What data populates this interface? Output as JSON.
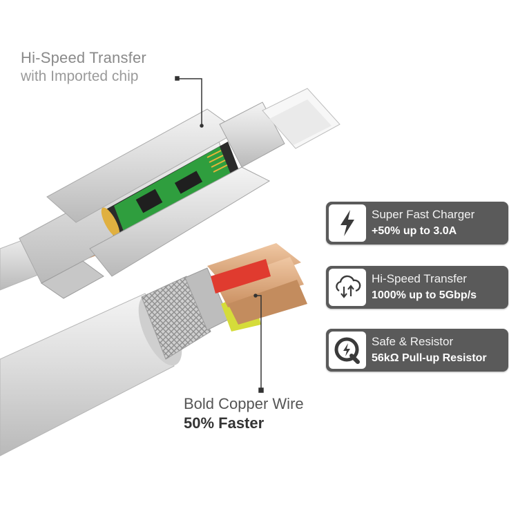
{
  "callouts": {
    "chip": {
      "line1": "Hi-Speed Transfer",
      "line2": "with Imported chip"
    },
    "copper": {
      "line1": "Bold Copper Wire",
      "line2": "50% Faster"
    }
  },
  "features": [
    {
      "icon": "lightning-icon",
      "title": "Super Fast Charger",
      "detail": "+50%  up to 3.0A"
    },
    {
      "icon": "cloud-transfer-icon",
      "title": "Hi-Speed Transfer",
      "detail": "1000% up to 5Gbp/s"
    },
    {
      "icon": "quick-charge-icon",
      "title": "Safe & Resistor",
      "detail": "56kΩ Pull-up Resistor"
    }
  ],
  "colors": {
    "panel": "#5a5a5a",
    "cable_silver": "#d7d7d7",
    "copper": "#d9a57a",
    "red_wire": "#e03b2f",
    "pcb_green": "#2f9e3e"
  }
}
